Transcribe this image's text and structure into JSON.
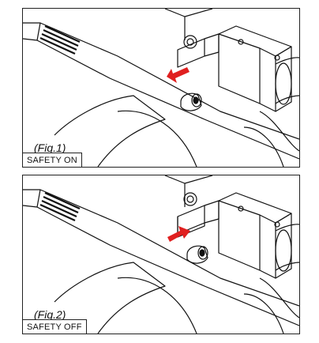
{
  "figures": [
    {
      "fig_label": "(Fig.1)",
      "state_label": "SAFETY ON",
      "arrow_color": "#e02020"
    },
    {
      "fig_label": "(Fig.2)",
      "state_label": "SAFETY OFF",
      "arrow_color": "#e02020"
    }
  ]
}
